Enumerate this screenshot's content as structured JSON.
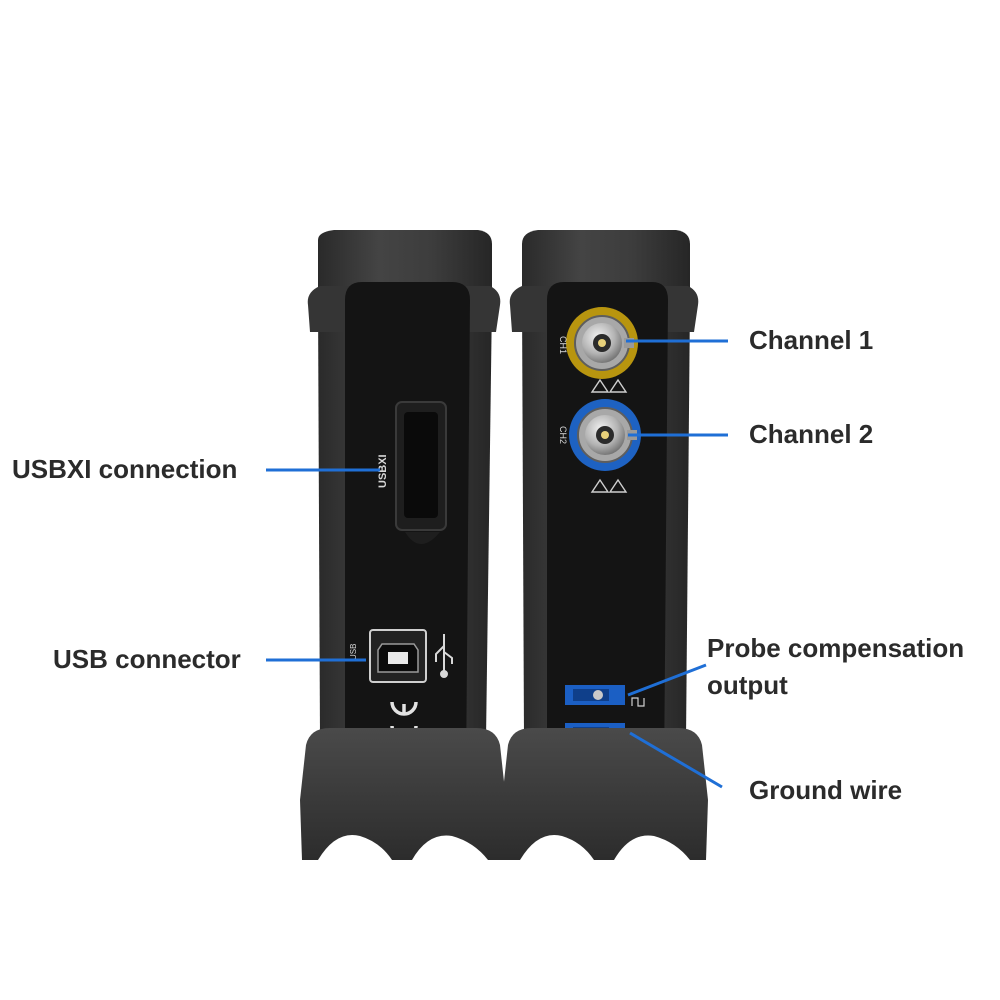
{
  "callouts": {
    "usbxi_connection": "USBXI connection",
    "usb_connector": "USB connector",
    "channel_1": "Channel 1",
    "channel_2": "Channel 2",
    "probe_compensation_line1": "Probe compensation",
    "probe_compensation_line2": "output",
    "ground_wire": "Ground wire"
  },
  "device_markings": {
    "usbxi": "USBXI",
    "usb": "USB",
    "ce": "CE",
    "ch1": "CH1",
    "ch2": "CH2"
  },
  "colors": {
    "background": "#ffffff",
    "callout_text": "#2b2b2b",
    "leader_line": "#1f6fd6",
    "housing": "#3a3a3a",
    "panel": "#121212",
    "ch1_ring": "#b8950f",
    "ch2_ring": "#1e62c2",
    "bnc_metal": "#c7c7c7",
    "terminal_blue": "#1b5fc4"
  }
}
